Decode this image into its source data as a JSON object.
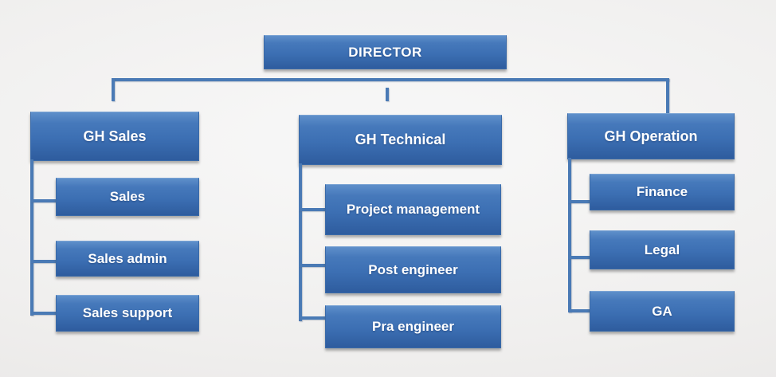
{
  "colors": {
    "box_gradient_top": "#5e8fca",
    "box_gradient_bottom": "#2e5c9e",
    "connector_blue": "#4a7ab5",
    "node_text": "#ffffff",
    "slide_background": "#efeeed"
  },
  "chart_type": "org-chart",
  "org_chart": {
    "root": {
      "label": "DIRECTOR"
    },
    "groups": [
      {
        "title": "GH Sales",
        "children": [
          "Sales",
          "Sales admin",
          "Sales support"
        ]
      },
      {
        "title": "GH Technical",
        "children": [
          "Project management",
          "Post engineer",
          "Pra engineer"
        ]
      },
      {
        "title": "GH Operation",
        "children": [
          "Finance",
          "Legal",
          "GA"
        ]
      }
    ]
  }
}
